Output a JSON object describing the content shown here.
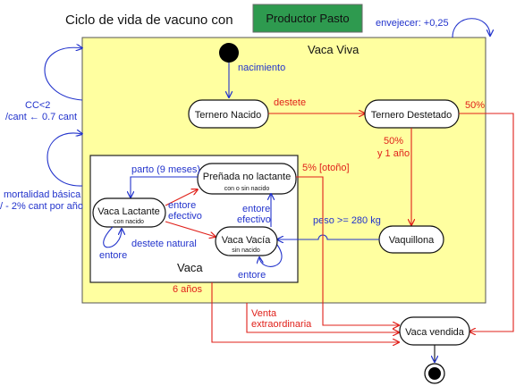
{
  "title": "Ciclo de vida de vacuno con",
  "product_badge": "Productor Pasto",
  "colors": {
    "yellow_region": "#ffffa0",
    "badge_green": "#2e9a4f",
    "blue": "#2233cc",
    "red": "#e0201a"
  },
  "regions": {
    "vaca_viva": "Vaca Viva",
    "vaca": "Vaca"
  },
  "states": {
    "ternero_nacido": "Ternero Nacido",
    "ternero_destetado": "Ternero Destetado",
    "prenada_title": "Preñada no lactante",
    "prenada_sub": "con o sin nacido",
    "lactante_title": "Vaca Lactante",
    "lactante_sub": "con nacido",
    "vacia_title": "Vaca Vacía",
    "vacia_sub": "sin nacido",
    "vaquillona": "Vaquillona",
    "vendida": "Vaca vendida"
  },
  "labels": {
    "envejecer": "envejecer: +0,25",
    "cc_line1": "CC<2",
    "cc_line2": "/cant ← 0.7 cant",
    "mort_line1": "mortalidad básica",
    "mort_line2": "/ - 2% cant por año",
    "nacimiento": "nacimiento",
    "destete": "destete",
    "p50_right": "50%",
    "p50_down": "50%",
    "y1anio": "y 1 año",
    "parto": "parto (9 meses)",
    "p5_otono": "5% [otoño]",
    "entore_ef1_a": "entore",
    "entore_ef1_b": "efectivo",
    "entore_ef2_a": "entore",
    "entore_ef2_b": "efectivo",
    "destete_natural": "destete natural",
    "entore_l": "entore",
    "entore_v": "entore",
    "peso": "peso >= 280 kg",
    "seis_anios": "6 años",
    "venta_a": "Venta",
    "venta_b": "extraordinaria"
  }
}
